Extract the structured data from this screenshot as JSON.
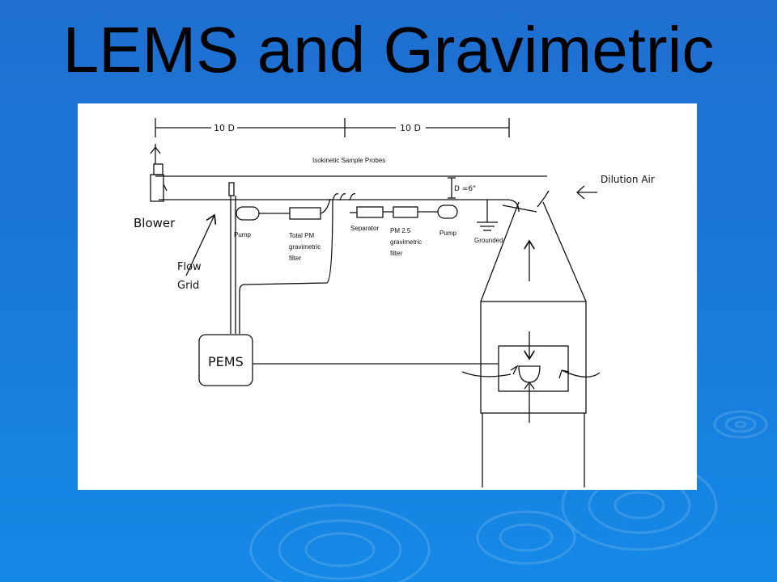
{
  "slide": {
    "title": "LEMS and Gravimetric",
    "background_color": "#1a78d8",
    "panel_color": "#ffffff"
  },
  "diagram": {
    "dimension_labels": {
      "first_span": "10 D",
      "second_span": "10 D",
      "diameter": "D =6\""
    },
    "header_label": "Isokinetic Sample Probes",
    "blower_label": "Blower",
    "flow_grid_label": {
      "line1": "Flow",
      "line2": "Grid"
    },
    "dilution_air_label": "Dilution Air",
    "grounded_label": "Grounded",
    "pump_label_1": "Pump",
    "total_pm_label": {
      "line1": "Total PM",
      "line2": "gravimetric",
      "line3": "filter"
    },
    "separator_label": "Separator",
    "pm25_label": {
      "line1": "PM 2.5",
      "line2": "gravimetric",
      "line3": "filter"
    },
    "pump_label_2": "Pump",
    "pems_label": "PEMS"
  }
}
